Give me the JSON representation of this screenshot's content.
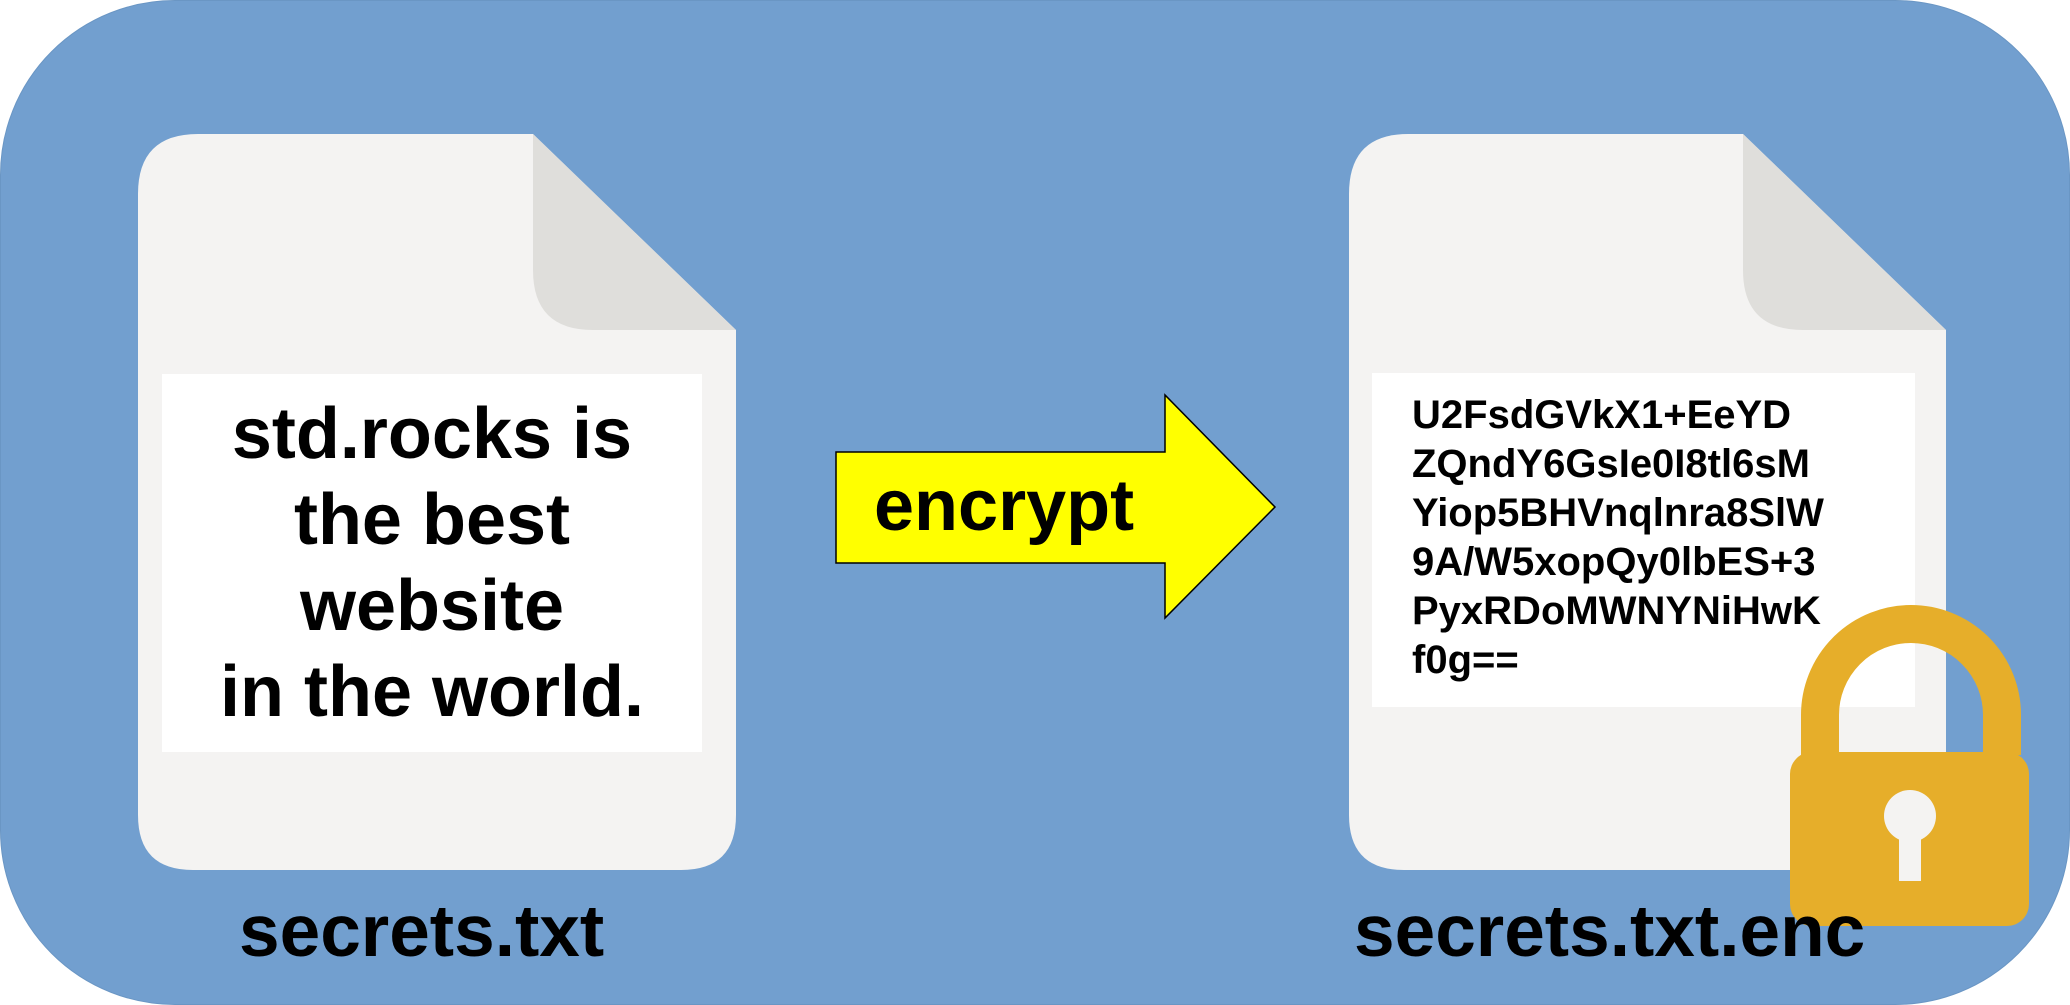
{
  "plaintext_file": {
    "content": "std.rocks is\nthe best\nwebsite\nin the world.",
    "filename": "secrets.txt"
  },
  "action": {
    "label": "encrypt"
  },
  "encrypted_file": {
    "content": "U2FsdGVkX1+EeYD\nZQndY6GsIe0I8tl6sM\nYiop5BHVnqlnra8SlW\n9A/W5xopQy0lbES+3\nPyxRDoMWNYNiHwK\nf0g==",
    "filename": "secrets.txt.enc"
  },
  "icons": {
    "document_left": "document-icon",
    "document_right": "document-icon",
    "arrow": "arrow-right-icon",
    "lock": "padlock-icon"
  },
  "colors": {
    "background": "#729fcf",
    "document": "#f4f3f2",
    "document_fold": "#dfdedb",
    "arrow_fill": "#ffff00",
    "lock": "#e6ae2a"
  }
}
